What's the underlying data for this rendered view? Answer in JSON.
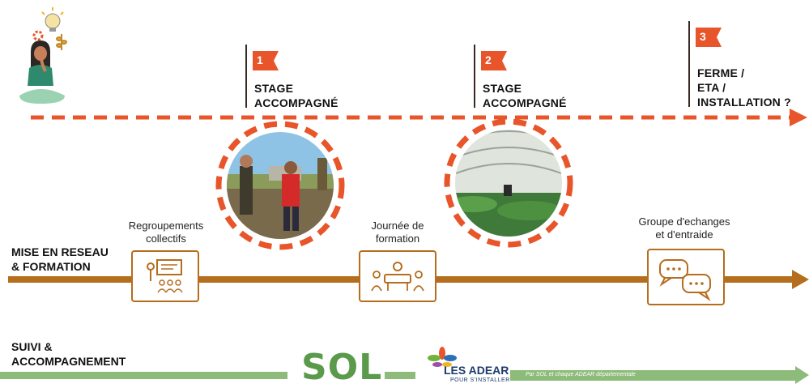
{
  "stages": [
    {
      "number": "1",
      "label_line1": "STAGE",
      "label_line2": "ACCOMPAGNÉ"
    },
    {
      "number": "2",
      "label_line1": "STAGE",
      "label_line2": "ACCOMPAGNÉ"
    },
    {
      "number": "3",
      "label_line1": "FERME /",
      "label_line2": "ETA /",
      "label_line3": "INSTALLATION ?"
    }
  ],
  "network": {
    "title_line1": "MISE EN RESEAU",
    "title_line2": "& FORMATION",
    "items": [
      {
        "label_line1": "Regroupements",
        "label_line2": "collectifs",
        "icon": "presentation-icon"
      },
      {
        "label_line1": "Journée de",
        "label_line2": "formation",
        "icon": "meeting-table-icon"
      },
      {
        "label_line1": "Groupe d'echanges",
        "label_line2": "et d'entraide",
        "icon": "chat-bubbles-icon"
      }
    ]
  },
  "followup": {
    "title_line1": "SUIVI &",
    "title_line2": "ACCOMPAGNEMENT",
    "sol_logo": "SOL",
    "adear_title": "LES ADEAR",
    "adear_subtitle": "POUR S'INSTALLER",
    "footnote": "Par SOL et chaque ADEAR départementale"
  },
  "colors": {
    "dashed_line": "#e8552a",
    "network_line": "#b56d1e",
    "followup_line": "#8dbb79",
    "flag": "#e8552a"
  }
}
